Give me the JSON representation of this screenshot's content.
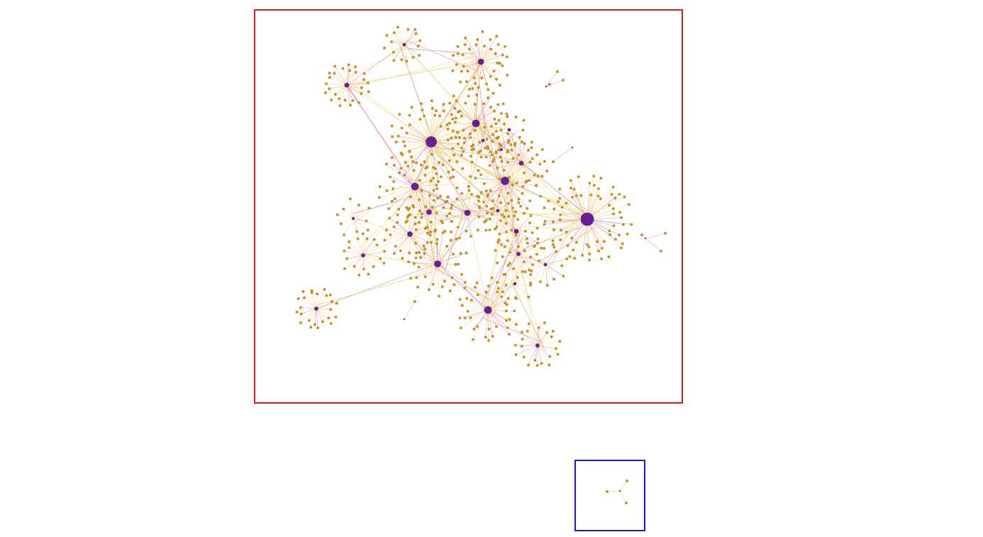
{
  "colors": {
    "background": "#ffffff",
    "main_frame": "#e01a1a",
    "inset_frame": "#1a1ad6",
    "hub_node": "#6a1f9a",
    "hub_stroke": "#4a0f78",
    "leaf_node": "#d99a18",
    "leaf_stroke": "#b07508",
    "edge_yellow": "#e8d27a",
    "edge_red": "#e8707a",
    "edge_purple": "#a77ad8"
  },
  "graph": {
    "panels": [
      "main-network",
      "detail-component"
    ],
    "hubs_main": 26,
    "hubs_detail": 1
  }
}
